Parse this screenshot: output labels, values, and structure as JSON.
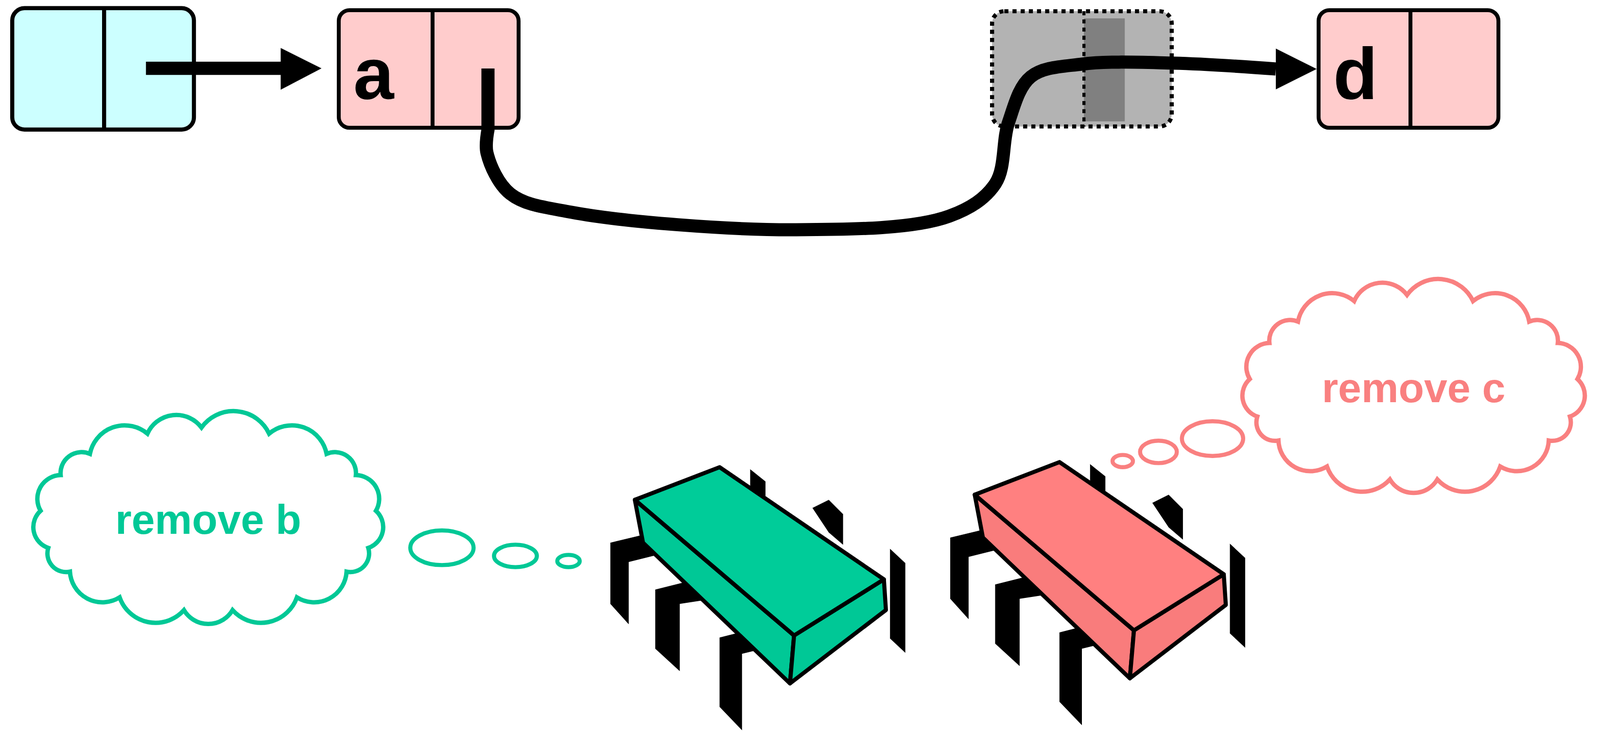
{
  "diagram": {
    "nodes": [
      {
        "text": [
          "a"
        ]
      },
      {
        "text": [
          "d"
        ]
      },
      {
        "text": [
          "remove c"
        ]
      },
      {
        "text": [
          "remove b"
        ]
      }
    ],
    "edges": [
      {
        "from": 0,
        "to": 1,
        "arrow": "to"
      }
    ]
  }
}
